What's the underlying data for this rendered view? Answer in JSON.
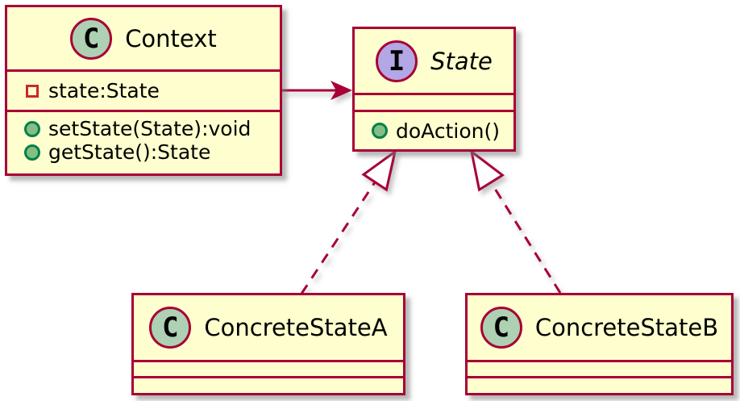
{
  "colors": {
    "box_fill": "#FEFECE",
    "border": "#A80036",
    "class_spot": "#ADD1B2",
    "interface_spot": "#B4A7E5",
    "method_fill": "#84BE84",
    "method_border": "#038048",
    "field_border": "#C82930",
    "text": "#000000"
  },
  "classes": {
    "context": {
      "kind": "class",
      "spot_letter": "C",
      "name": "Context",
      "fields": [
        "state:State"
      ],
      "methods": [
        "setState(State):void",
        "getState():State"
      ]
    },
    "state": {
      "kind": "interface",
      "spot_letter": "I",
      "name": "State",
      "fields": [],
      "methods": [
        "doAction()"
      ]
    },
    "concrete_a": {
      "kind": "class",
      "spot_letter": "C",
      "name": "ConcreteStateA",
      "fields": [],
      "methods": []
    },
    "concrete_b": {
      "kind": "class",
      "spot_letter": "C",
      "name": "ConcreteStateB",
      "fields": [],
      "methods": []
    }
  },
  "relations": [
    {
      "from": "Context",
      "to": "State",
      "type": "directed-association"
    },
    {
      "from": "ConcreteStateA",
      "to": "State",
      "type": "realization"
    },
    {
      "from": "ConcreteStateB",
      "to": "State",
      "type": "realization"
    }
  ]
}
